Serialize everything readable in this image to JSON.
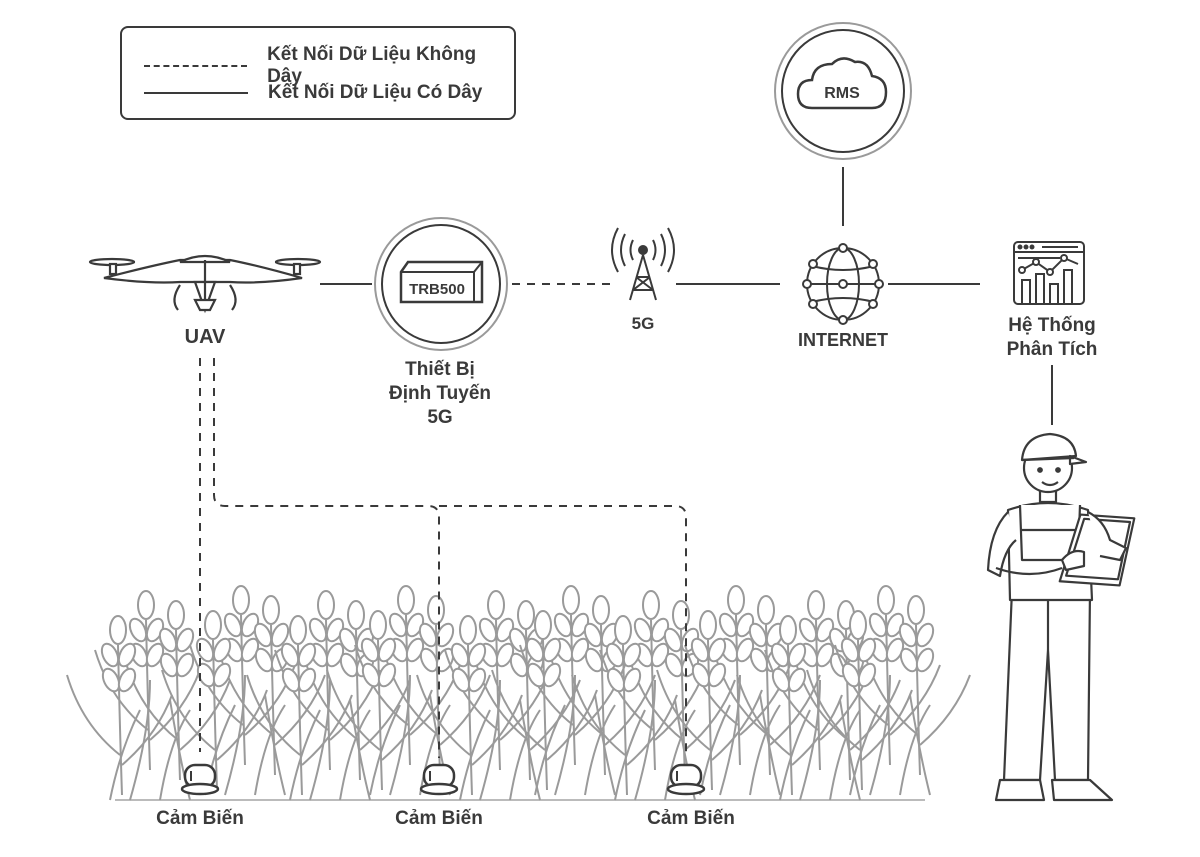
{
  "legend": {
    "wireless_label": "Kết Nối Dữ Liệu Không Dây",
    "wired_label": "Kết Nối Dữ Liệu Có Dây"
  },
  "nodes": {
    "uav": "UAV",
    "router_device_text": "TRB500",
    "router_line1": "Thiết Bị",
    "router_line2": "Định Tuyến",
    "router_line3": "5G",
    "tower": "5G",
    "internet": "INTERNET",
    "rms": "RMS",
    "analytics_line1": "Hệ Thống",
    "analytics_line2": "Phân Tích"
  },
  "sensors": [
    {
      "label": "Cảm Biến"
    },
    {
      "label": "Cảm Biến"
    },
    {
      "label": "Cảm Biến"
    }
  ],
  "colors": {
    "line": "#3a3a3a",
    "crop": "#9a9a9a",
    "border": "#3a3a3a"
  }
}
